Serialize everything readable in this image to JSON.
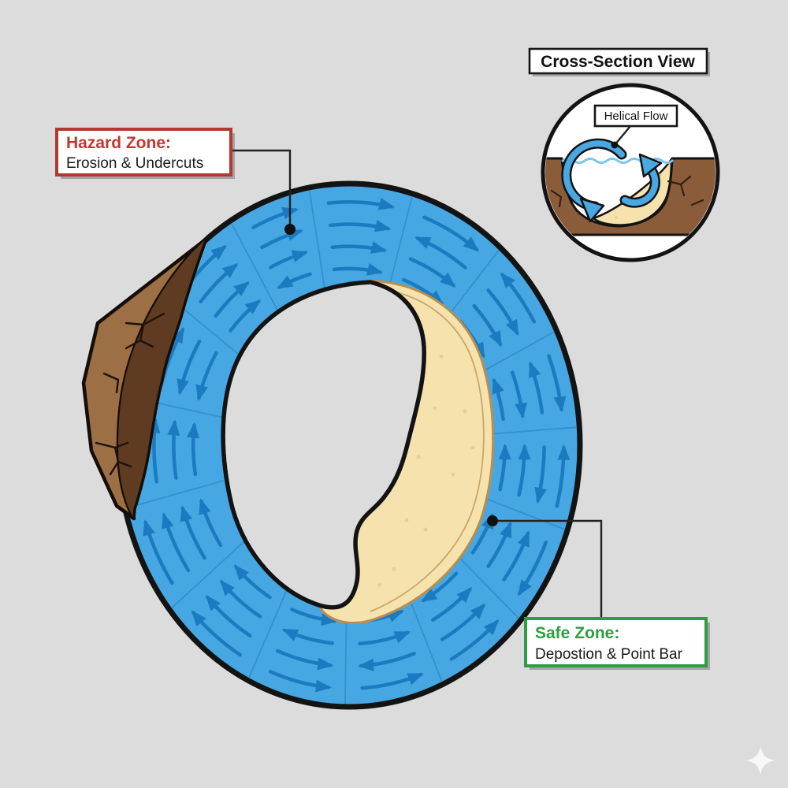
{
  "diagram": {
    "hazard_label": {
      "title": "Hazard Zone:",
      "subtitle": "Erosion & Undercuts"
    },
    "safe_label": {
      "title": "Safe Zone:",
      "subtitle": "Depostion & Point Bar"
    },
    "inset": {
      "title": "Cross-Section View",
      "flow_label": "Helical Flow"
    }
  },
  "colors": {
    "background": "#dcdcdc",
    "water_blue": "#46a7e2",
    "streamline_blue": "#1a7bc0",
    "outline_black": "#131313",
    "sand_tan": "#f6e2ad",
    "bank_brown_light": "#9c6f45",
    "bank_brown_dark": "#5e3b21",
    "hazard_red": "#c93430",
    "safe_green": "#2e9e44"
  },
  "icons": {
    "sparkle": "sparkle-icon"
  }
}
